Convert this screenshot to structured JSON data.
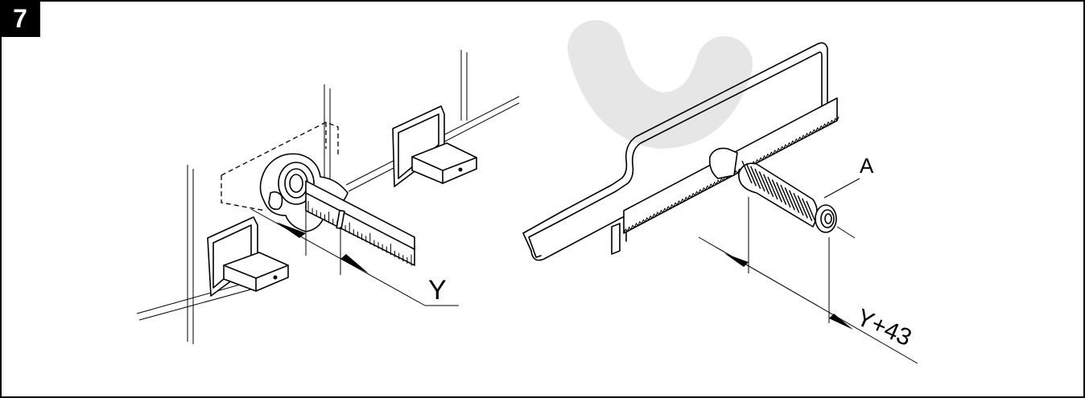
{
  "step": {
    "number": "7"
  },
  "labels": {
    "dimension_y": "Y",
    "dimension_y_plus": "Y+43",
    "part_a": "A"
  }
}
